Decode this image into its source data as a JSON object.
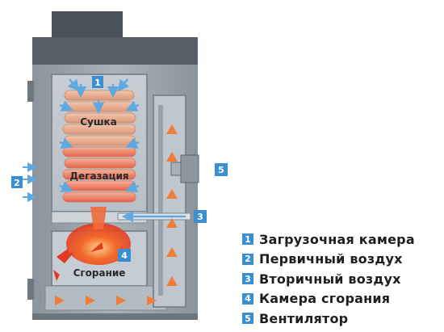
{
  "colors": {
    "badge": "#3a8fd0",
    "boiler_body": "#9aa3ac",
    "boiler_top": "#51585f",
    "wood": "#e9a78a",
    "flame": "#ee4422",
    "hot_arrow": "#f07d3a",
    "air_arrow": "#5fa8e0"
  },
  "chamber_labels": {
    "drying": "Сушка",
    "degassing": "Дегазация",
    "combustion": "Сгорание"
  },
  "callouts": {
    "c1": "1",
    "c2": "2",
    "c3": "3",
    "c4": "4",
    "c5": "5"
  },
  "legend": [
    {
      "num": "1",
      "text": "Загрузочная камера"
    },
    {
      "num": "2",
      "text": "Первичный воздух"
    },
    {
      "num": "3",
      "text": "Вторичный воздух"
    },
    {
      "num": "4",
      "text": "Камера сгорания"
    },
    {
      "num": "5",
      "text": "Вентилятор"
    }
  ]
}
